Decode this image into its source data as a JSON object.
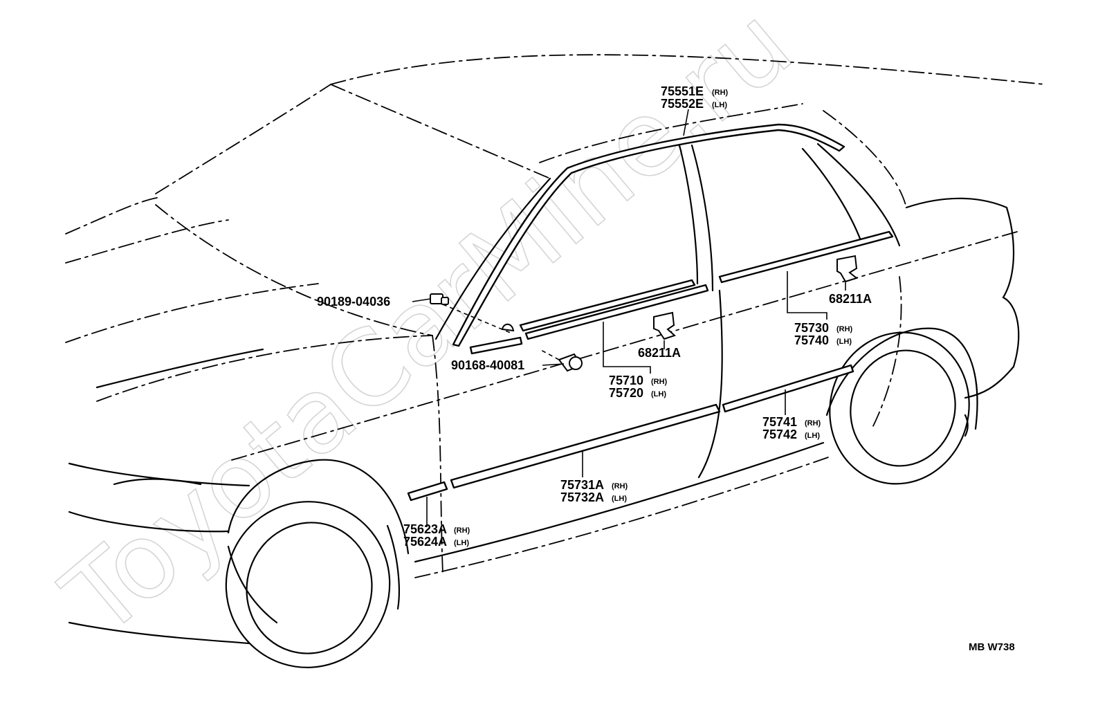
{
  "watermark": "ToyotaCarMine.ru",
  "diagram_code": "MB W738",
  "callouts": {
    "roof_molding": {
      "part1": "75551E",
      "side1": "(RH)",
      "part2": "75552E",
      "side2": "(LH)"
    },
    "bolt": {
      "part": "90189-04036"
    },
    "screw": {
      "part": "90168-40081"
    },
    "front_clip": {
      "part": "68211A"
    },
    "rear_clip": {
      "part": "68211A"
    },
    "front_belt_molding": {
      "part1": "75710",
      "side1": "(RH)",
      "part2": "75720",
      "side2": "(LH)"
    },
    "rear_belt_molding": {
      "part1": "75730",
      "side1": "(RH)",
      "part2": "75740",
      "side2": "(LH)"
    },
    "rear_door_molding": {
      "part1": "75741",
      "side1": "(RH)",
      "part2": "75742",
      "side2": "(LH)"
    },
    "front_door_molding": {
      "part1": "75731A",
      "side1": "(RH)",
      "part2": "75732A",
      "side2": "(LH)"
    },
    "fender_molding": {
      "part1": "75623A",
      "side1": "(RH)",
      "part2": "75624A",
      "side2": "(LH)"
    }
  }
}
